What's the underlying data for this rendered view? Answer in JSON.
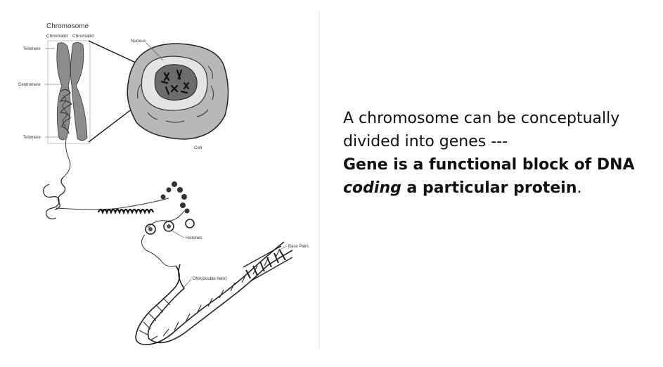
{
  "diagram": {
    "title": "Chromosome",
    "labels": {
      "chromatid_1": "Chromatid",
      "chromatid_2": "Chromatid",
      "telomere_top": "Telomere",
      "centromere": "Centromere",
      "telomere_bottom": "Telomere",
      "nucleus": "Nucleus",
      "cell": "Cell",
      "histones": "Histones",
      "base_pairs": "Base Pairs",
      "dna": "DNA(double helix)"
    }
  },
  "text": {
    "line1": "A chromosome can be conceptually",
    "line2": "divided into genes ---",
    "line3": "Gene is a functional block of DNA",
    "line4_italic": "coding",
    "line4_bold": " a particular protein",
    "line4_end": "."
  }
}
